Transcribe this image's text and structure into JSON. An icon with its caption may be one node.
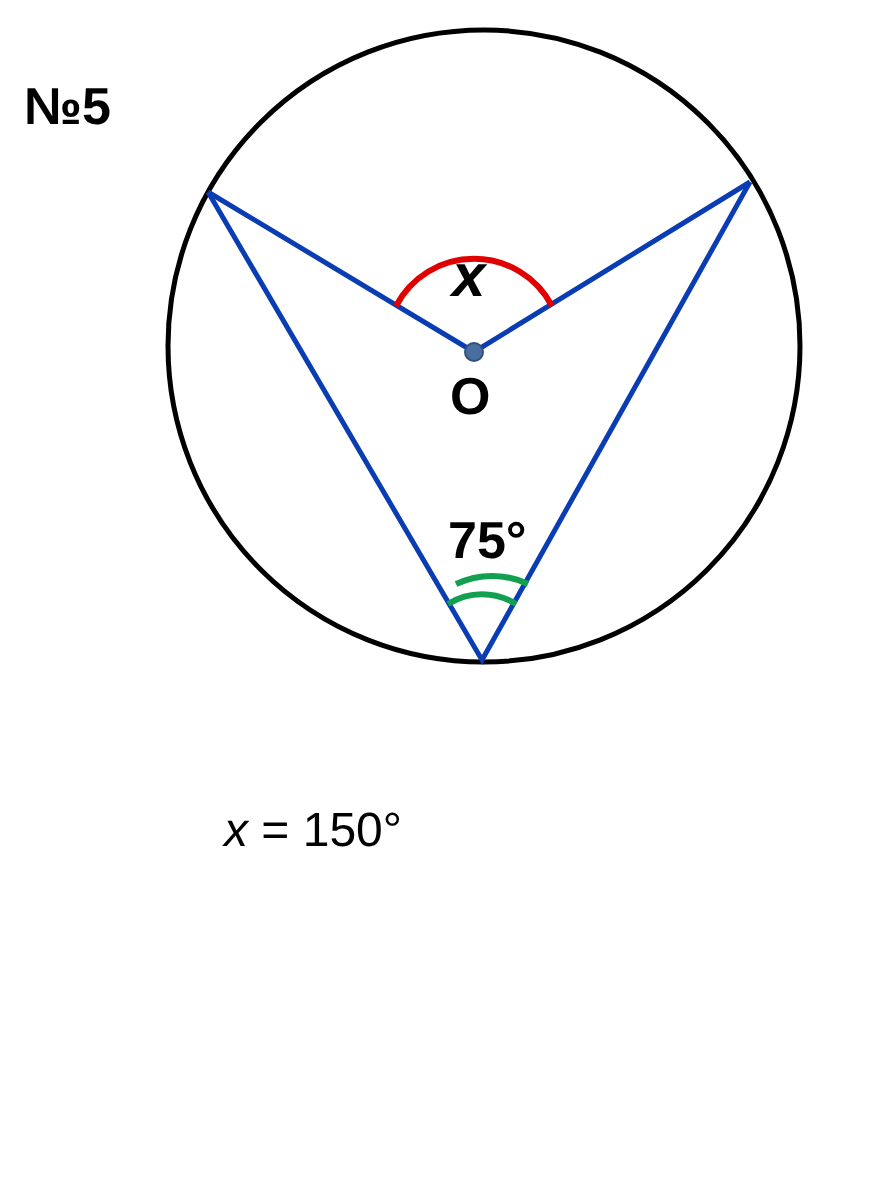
{
  "diagram": {
    "title": "№5",
    "labels": [
      "x",
      "O",
      "75°",
      "*x* = 150°"
    ]
  }
}
